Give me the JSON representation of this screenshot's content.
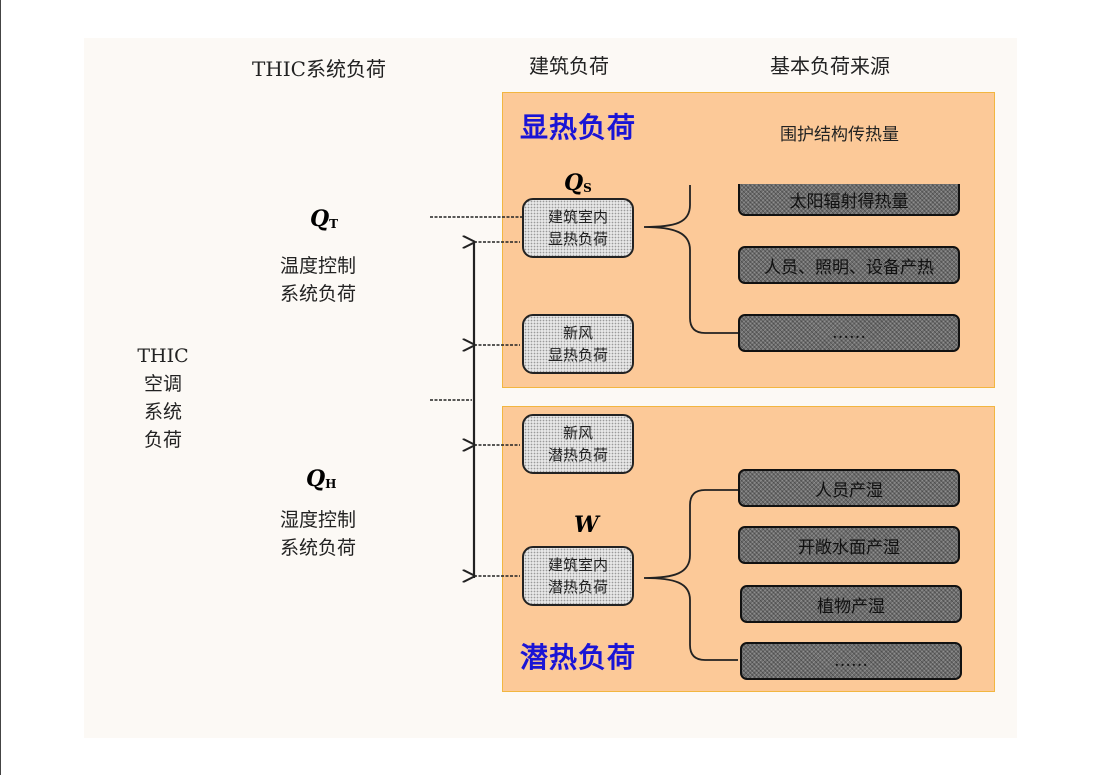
{
  "headers": {
    "thic_load": "THIC系统负荷",
    "building_load": "建筑负荷",
    "basic_source": "基本负荷来源"
  },
  "left": {
    "thic_title": [
      "THIC",
      "空调",
      "系统",
      "负荷"
    ],
    "qt_symbol": "Q",
    "qt_sub": "T",
    "temp_control": [
      "温度控制",
      "系统负荷"
    ],
    "qh_symbol": "Q",
    "qh_sub": "H",
    "humidity_control": [
      "湿度控制",
      "系统负荷"
    ]
  },
  "sensible": {
    "title": "显热负荷",
    "envelope": "围护结构传热量",
    "qs_symbol": "Q",
    "qs_sub": "S",
    "indoor_box": [
      "建筑室内",
      "显热负荷"
    ],
    "fresh_air_box": [
      "新风",
      "显热负荷"
    ],
    "sources": [
      "太阳辐射得热量",
      "人员、照明、设备产热",
      "……"
    ]
  },
  "latent": {
    "title": "潜热负荷",
    "w_symbol": "W",
    "fresh_air_box": [
      "新风",
      "潜热负荷"
    ],
    "indoor_box": [
      "建筑室内",
      "潜热负荷"
    ],
    "sources": [
      "人员产湿",
      "开敞水面产湿",
      "植物产湿",
      "……"
    ]
  },
  "colors": {
    "panel_fill": "#fcc998",
    "panel_border": "#f2b640",
    "title_blue": "#1a14d6",
    "background": "#fcf9f5"
  }
}
